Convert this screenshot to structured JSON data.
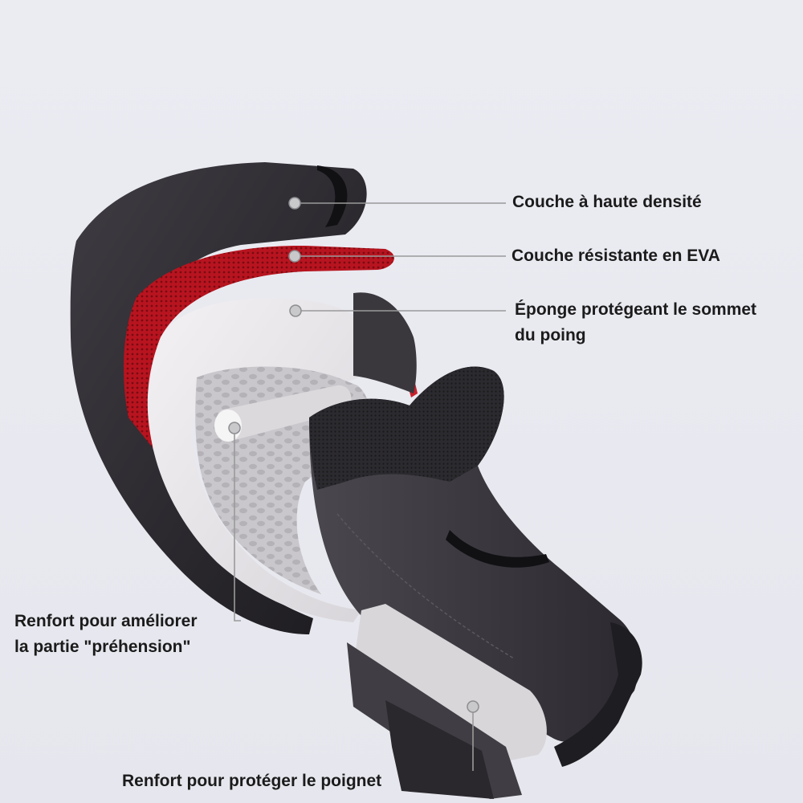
{
  "annotations": [
    {
      "id": "high-density-layer",
      "lines": [
        "Couche à haute densité"
      ]
    },
    {
      "id": "eva-layer",
      "lines": [
        "Couche résistante en EVA"
      ]
    },
    {
      "id": "fist-top-sponge",
      "lines": [
        "Éponge protégeant le sommet",
        "du poing"
      ]
    },
    {
      "id": "grip-reinforcement",
      "lines": [
        "Renfort pour améliorer",
        "la partie \"préhension\""
      ]
    },
    {
      "id": "wrist-reinforcement",
      "lines": [
        "Renfort pour protéger le poignet"
      ]
    }
  ],
  "colors": {
    "background": "#e8e9ef",
    "shell": "#2f2d33",
    "eva_red": "#c8212b",
    "foam": "#e9e6e8",
    "liner": "#3a383d",
    "leader_line": "#9a9a9a"
  }
}
